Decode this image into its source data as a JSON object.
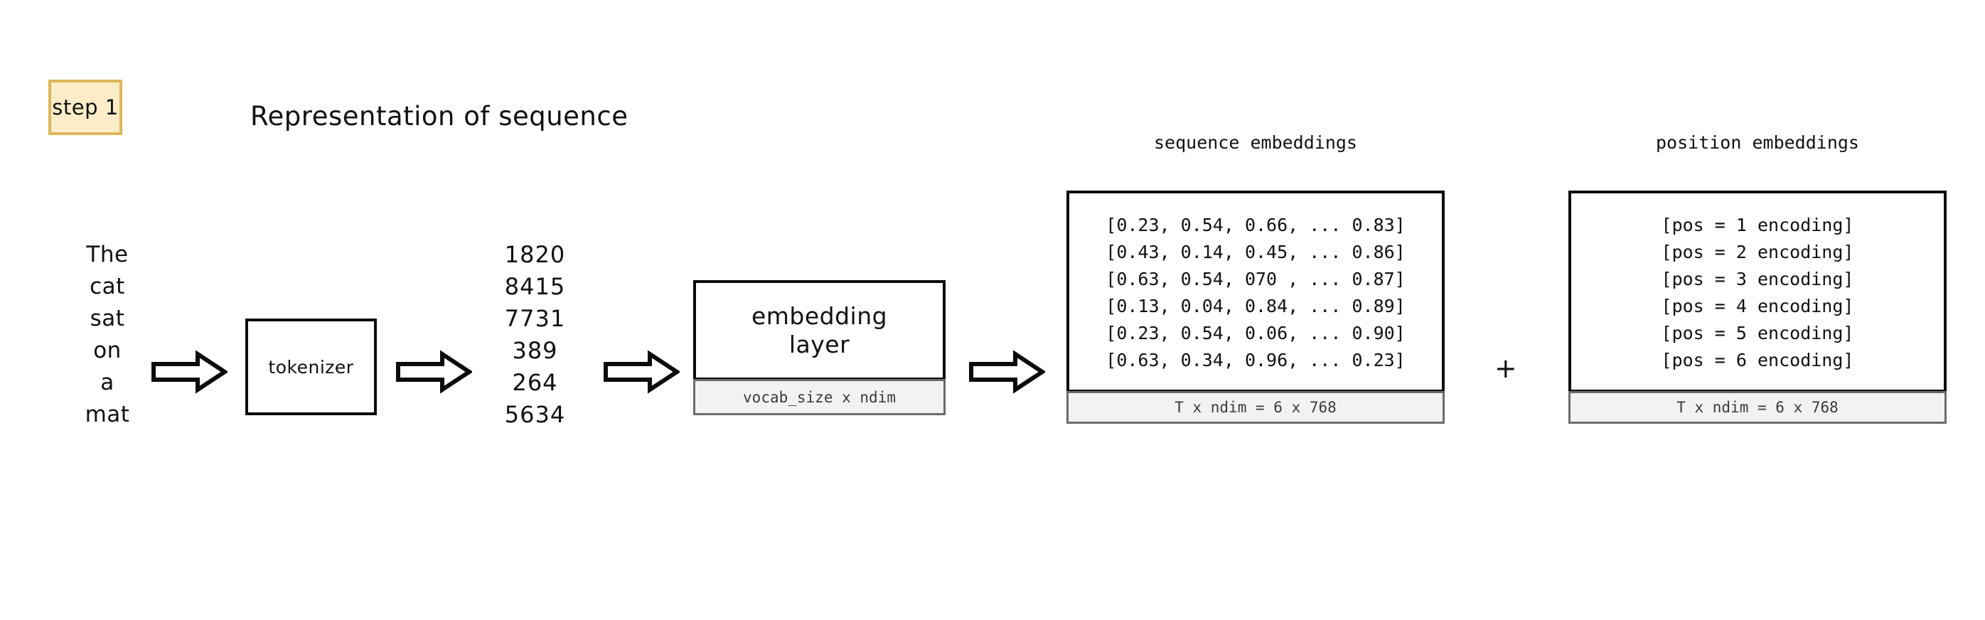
{
  "step_badge": {
    "label": "step 1"
  },
  "flow_title": "Representation of sequence",
  "input_sequence": {
    "words": [
      "The",
      "cat",
      "sat",
      "on",
      "a",
      "mat"
    ]
  },
  "token_ids": {
    "values": [
      "1820",
      "8415",
      "7731",
      "389",
      "264",
      "5634"
    ]
  },
  "tokenizer": {
    "label": "tokenizer"
  },
  "embedding_layer": {
    "title_line1": "embedding",
    "title_line2": "layer",
    "shape_label": "vocab_size x ndim"
  },
  "sequence_embeddings": {
    "caption": "sequence embeddings",
    "rows": [
      "[0.23, 0.54, 0.66, ... 0.83]",
      "[0.43, 0.14, 0.45, ... 0.86]",
      "[0.63, 0.54, 070 , ... 0.87]",
      "[0.13, 0.04, 0.84, ... 0.89]",
      "[0.23, 0.54, 0.06, ... 0.90]",
      "[0.63, 0.34, 0.96, ... 0.23]"
    ],
    "shape_label": "T x ndim = 6 x 768"
  },
  "position_embeddings": {
    "caption": "position embeddings",
    "rows": [
      "[pos = 1 encoding]",
      "[pos = 2 encoding]",
      "[pos = 3 encoding]",
      "[pos = 4 encoding]",
      "[pos = 5 encoding]",
      "[pos = 6 encoding]"
    ],
    "shape_label": "T x ndim = 6 x 768"
  },
  "operator": {
    "plus": "+"
  },
  "colors": {
    "badge_fill": "#fcedc8",
    "badge_border": "#dcb659",
    "box_border": "#0c0c0c",
    "footer_fill": "#f2f2f2",
    "footer_border": "#6b6b6b",
    "text": "#111111"
  }
}
